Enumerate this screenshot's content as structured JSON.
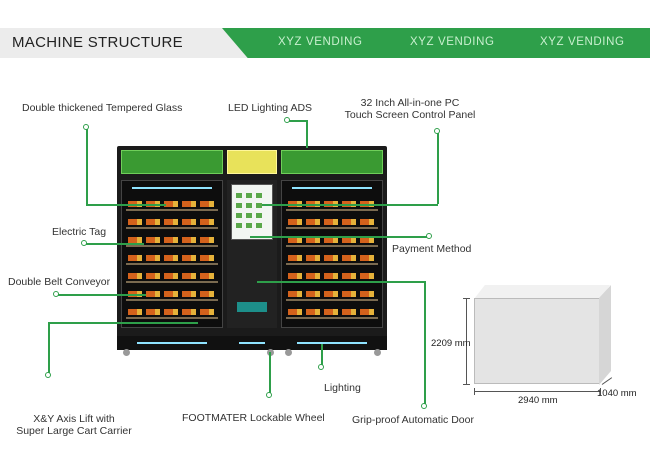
{
  "header": {
    "title": "MACHINE STRUCTURE",
    "brands": [
      "XYZ VENDING",
      "XYZ VENDING",
      "XYZ VENDING"
    ]
  },
  "callouts": {
    "glass": "Double thickened Tempered Glass",
    "led_ads": "LED Lighting ADS",
    "pc_line1": "32 Inch All-in-one PC",
    "pc_line2": "Touch Screen Control Panel",
    "electric_tag": "Electric Tag",
    "payment": "Payment Method",
    "conveyor": "Double Belt Conveyor",
    "lighting": "Lighting",
    "lift_line1": "X&Y Axis Lift with",
    "lift_line2": "Super Large Cart Carrier",
    "wheel": "FOOTMATER Lockable Wheel",
    "door": "Grip-proof Automatic Door"
  },
  "dimensions": {
    "height": "2209 mm",
    "width": "2940 mm",
    "depth": "1040 mm"
  },
  "colors": {
    "accent": "#2e9f4a",
    "header_grey": "#ececec"
  }
}
